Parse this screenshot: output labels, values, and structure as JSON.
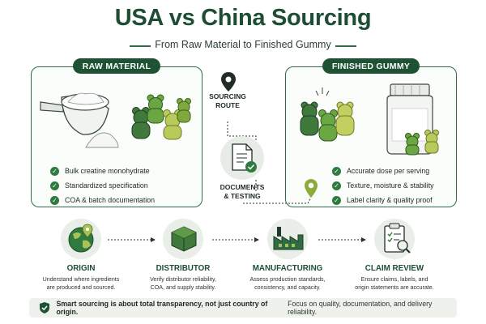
{
  "title": "USA vs China Sourcing",
  "subtitle": "From Raw Material to Finished Gummy",
  "colors": {
    "dark_green": "#1f5234",
    "accent_green": "#2f7a3f",
    "light_green": "#a8c256",
    "panel_border": "#2f6b44"
  },
  "raw_material": {
    "tag": "RAW MATERIAL",
    "items": [
      "Bulk creatine monohydrate",
      "Standardized specification",
      "COA & batch documentation"
    ]
  },
  "finished_gummy": {
    "tag": "FINISHED GUMMY",
    "items": [
      "Accurate dose per serving",
      "Texture, moisture & stability",
      "Label clarity & quality proof"
    ]
  },
  "route": {
    "sourcing_label_1": "SOURCING",
    "sourcing_label_2": "ROUTE",
    "docs_label_1": "DOCUMENTS",
    "docs_label_2": "& TESTING"
  },
  "steps": [
    {
      "title": "ORIGIN",
      "desc_1": "Understand where ingredients",
      "desc_2": "are produced and sourced.",
      "icon": "globe-icon"
    },
    {
      "title": "DISTRIBUTOR",
      "desc_1": "Verify distributor reliability,",
      "desc_2": "COA, and supply stability.",
      "icon": "box-icon"
    },
    {
      "title": "MANUFACTURING",
      "desc_1": "Assess production standards,",
      "desc_2": "consistency, and capacity.",
      "icon": "factory-icon"
    },
    {
      "title": "CLAIM REVIEW",
      "desc_1": "Ensure claims, labels, and",
      "desc_2": "origin statements are accurate.",
      "icon": "clipboard-icon"
    }
  ],
  "bottom": {
    "strong": "Smart sourcing is about total transparency, not just country of origin.",
    "rest": "Focus on quality, documentation, and delivery reliability."
  }
}
